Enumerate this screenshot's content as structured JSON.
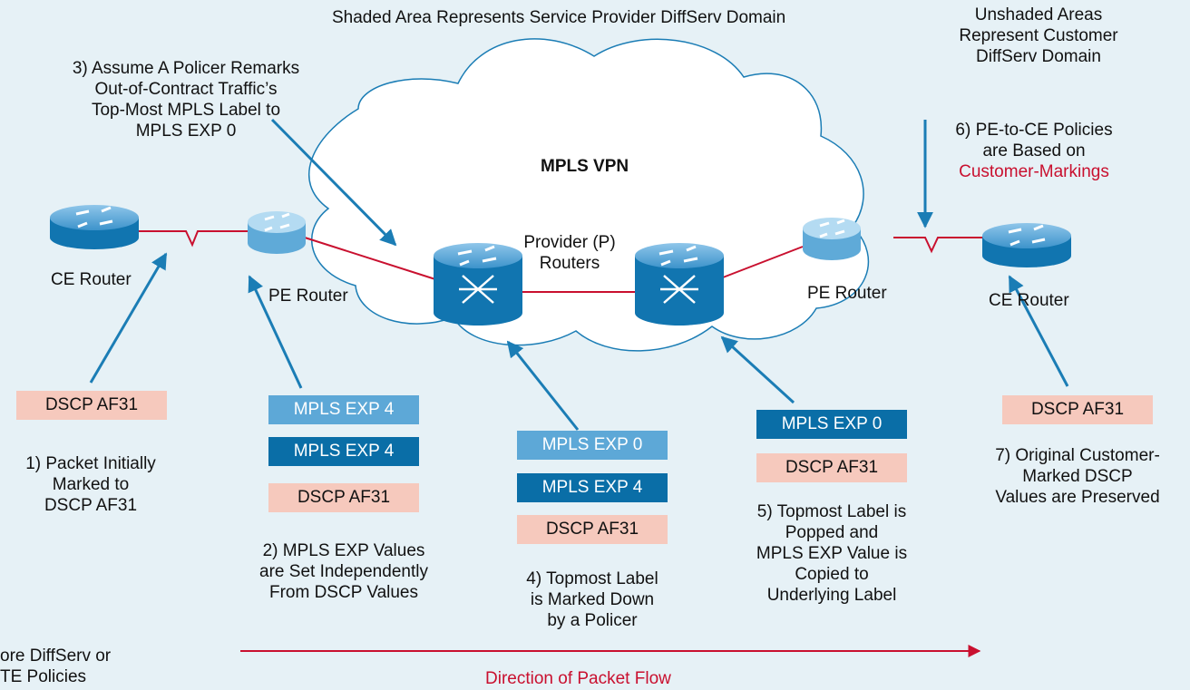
{
  "header": {
    "domain_note": "Shaded Area Represents Service Provider DiffServ Domain",
    "customer_note": [
      "Unshaded Areas",
      "Represent Customer",
      "DiffServ Domain"
    ]
  },
  "cloud": {
    "title": "MPLS VPN",
    "provider_label": [
      "Provider (P)",
      "Routers"
    ]
  },
  "routers": {
    "ce_left": "CE Router",
    "pe_left": "PE Router",
    "pe_right": "PE Router",
    "ce_right": "CE Router"
  },
  "steps": {
    "s1": [
      "1) Packet Initially",
      "Marked to",
      "DSCP AF31"
    ],
    "s2": [
      "2) MPLS EXP Values",
      "are Set Independently",
      "From DSCP Values"
    ],
    "s3": [
      "3) Assume A Policer Remarks",
      "Out-of-Contract Traffic’s",
      "Top-Most MPLS Label to",
      "MPLS EXP 0"
    ],
    "s4": [
      "4) Topmost Label",
      "is Marked Down",
      "by a Policer"
    ],
    "s5": [
      "5) Topmost Label is",
      "Popped and",
      "MPLS EXP Value is",
      "Copied to",
      "Underlying Label"
    ],
    "s6": [
      "6) PE-to-CE Policies",
      "are  Based on"
    ],
    "s6_highlight": "Customer-Markings",
    "s7": [
      "7) Original Customer-",
      "Marked DSCP",
      "Values are Preserved"
    ]
  },
  "stacks": {
    "s1": [
      "DSCP AF31"
    ],
    "s2": [
      "MPLS EXP 4",
      "MPLS EXP 4",
      "DSCP AF31"
    ],
    "s4": [
      "MPLS EXP 0",
      "MPLS EXP 4",
      "DSCP AF31"
    ],
    "s5": [
      "MPLS EXP 0",
      "DSCP AF31"
    ],
    "s7": [
      "DSCP AF31"
    ]
  },
  "footer": {
    "left_note": [
      "ore DiffServ or",
      "TE Policies"
    ],
    "flow_label": "Direction of Packet Flow"
  },
  "colors": {
    "background": "#e6f1f6",
    "cloud": "#ffffff",
    "accent_blue": "#1b7db5",
    "accent_red": "#c9102f",
    "label_dark": "#0a6ea7",
    "label_light": "#5da8d7",
    "label_pink": "#f6c9bd"
  }
}
